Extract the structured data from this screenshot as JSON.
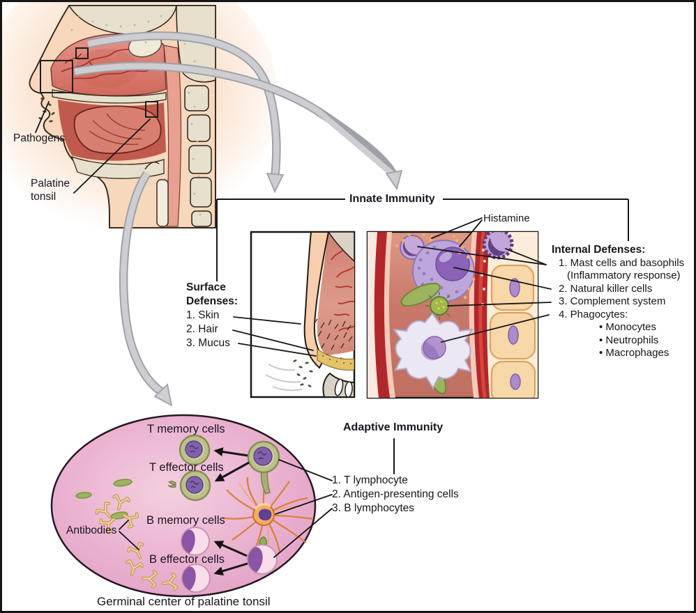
{
  "head": {
    "pathogens_label": "Pathogens",
    "palatine_tonsil_label": "Palatine tonsil"
  },
  "innate": {
    "title": "Innate Immunity",
    "histamine_label": "Histamine",
    "surface": {
      "heading": "Surface Defenses:",
      "items": [
        "1. Skin",
        "2. Hair",
        "3. Mucus"
      ]
    },
    "internal": {
      "heading": "Internal Defenses:",
      "items": [
        "1. Mast cells and basophils",
        "(Inflammatory response)",
        "2. Natural killer cells",
        "3. Complement system",
        "4. Phagocytes:",
        "• Monocytes",
        "• Neutrophils",
        "• Macrophages"
      ]
    }
  },
  "adaptive": {
    "title": "Adaptive Immunity",
    "legend": [
      "1. T lymphocyte",
      "2. Antigen-presenting cells",
      "3. B lymphocytes"
    ],
    "cell_labels": {
      "t_memory": "T memory cells",
      "t_effector": "T effector cells",
      "b_memory": "B memory cells",
      "b_effector": "B effector cells",
      "antibodies": "Antibodies"
    },
    "caption": "Germinal center of palatine tonsil"
  },
  "colors": {
    "tonsil_pink": "#eab3d0",
    "t_cell_green": "#bcc189",
    "nucleus_purple": "#8162aa",
    "b_cell_pink": "#f8dcea",
    "dendritic_orange": "#f5ae62",
    "vessel_red": "#b2272a",
    "bacteria_green": "#9db45e",
    "arrow_gray": "#cdcdd2",
    "histamine_orange": "#f4ad5e"
  }
}
